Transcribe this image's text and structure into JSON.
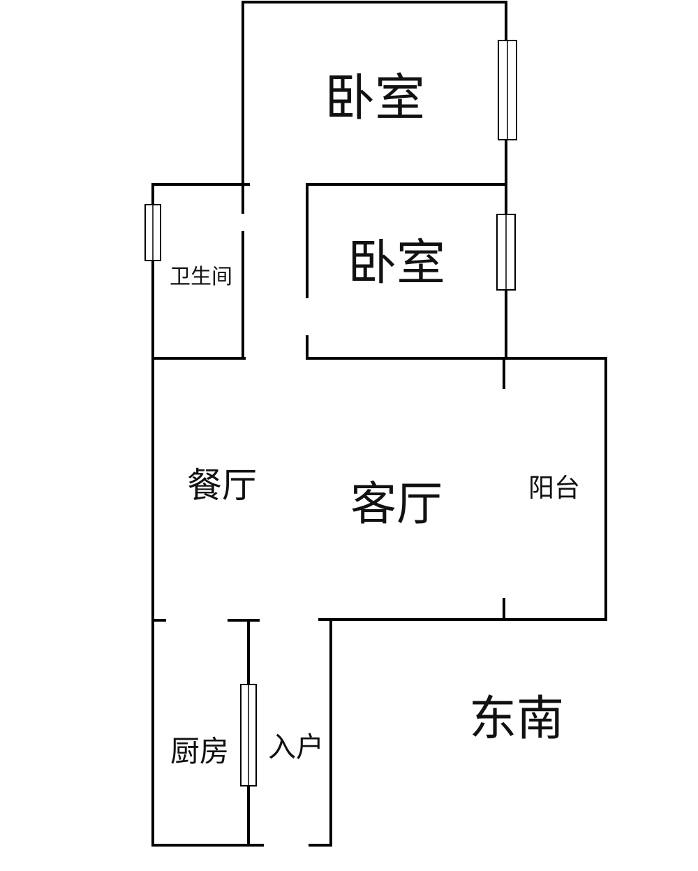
{
  "rooms": {
    "bedroom_top": "卧室",
    "bedroom_middle": "卧室",
    "bathroom": "卫生间",
    "dining_room": "餐厅",
    "living_room": "客厅",
    "balcony": "阳台",
    "kitchen": "厨房",
    "entrance": "入户"
  },
  "orientation": "东南",
  "colors": {
    "wall": "#000000",
    "background": "#ffffff",
    "text": "#111111"
  }
}
